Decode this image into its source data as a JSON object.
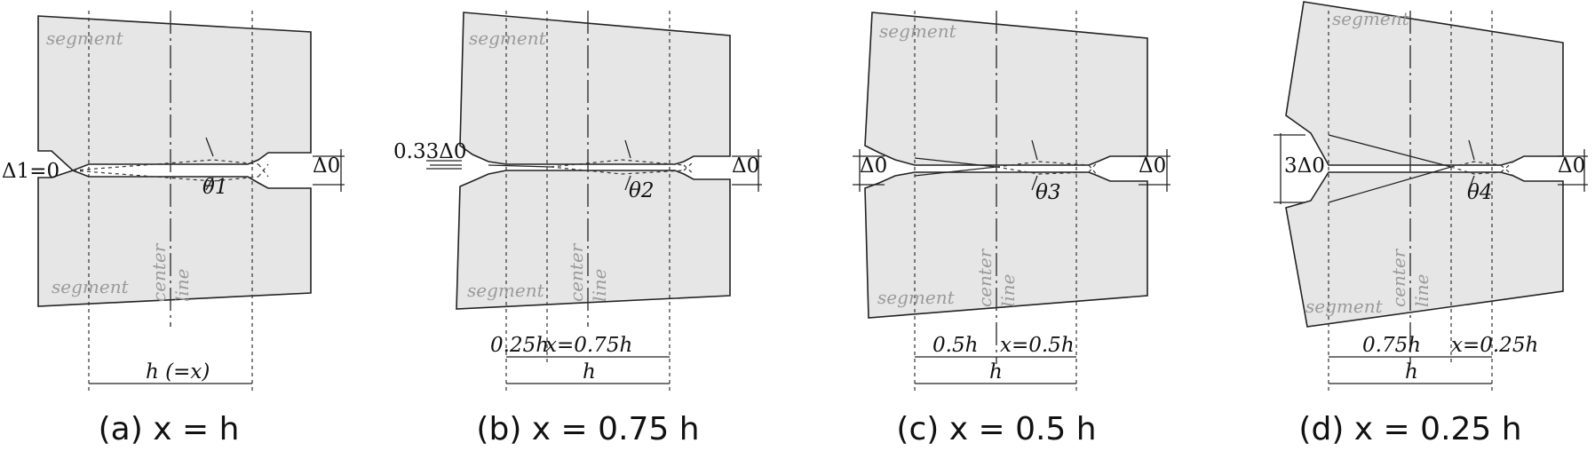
{
  "panels": [
    {
      "caption": "(a) x = h",
      "segment_top": "segment",
      "segment_bottom": "segment",
      "center_line_1": "center",
      "center_line_2": "line",
      "left_opening": "Δ1=0",
      "right_opening": "Δ0",
      "rotation": "θ1",
      "dim_total": "h (=x)"
    },
    {
      "caption": "(b) x = 0.75 h",
      "segment_top": "segment",
      "segment_bottom": "segment",
      "center_line_1": "center",
      "center_line_2": "line",
      "left_opening": "0.33Δ0",
      "right_opening": "Δ0",
      "rotation": "θ2",
      "dim_left": "0.25h",
      "dim_right": "x=0.75h",
      "dim_total": "h"
    },
    {
      "caption": "(c) x = 0.5 h",
      "segment_top": "segment",
      "segment_bottom": "segment",
      "center_line_1": "center",
      "center_line_2": "line",
      "left_opening": "Δ0",
      "right_opening": "Δ0",
      "rotation": "θ3",
      "dim_left": "0.5h",
      "dim_right": "x=0.5h",
      "dim_total": "h"
    },
    {
      "caption": "(d) x = 0.25 h",
      "segment_top": "segment",
      "segment_bottom": "segment",
      "center_line_1": "center",
      "center_line_2": "line",
      "left_opening": "3Δ0",
      "right_opening": "Δ0",
      "rotation": "θ4",
      "dim_left": "0.75h",
      "dim_right": "x=0.25h",
      "dim_total": "h"
    }
  ]
}
